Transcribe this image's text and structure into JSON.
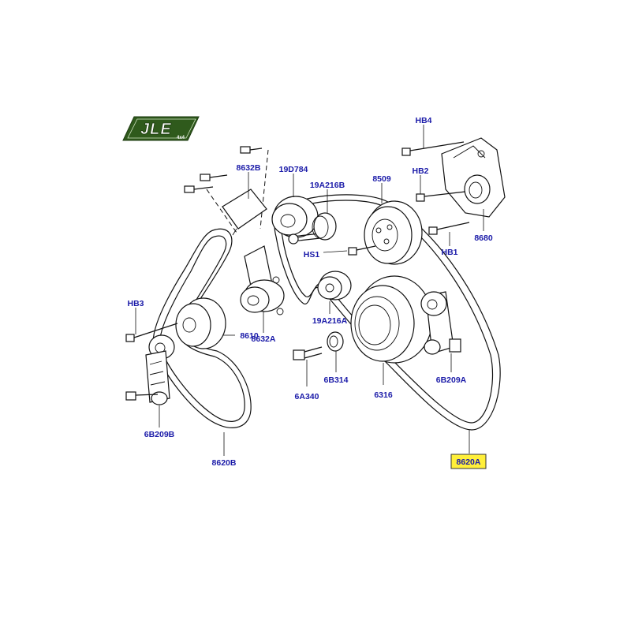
{
  "logo": {
    "text": "JLE",
    "subtext": "4x4"
  },
  "labels": [
    {
      "id": "HB4",
      "text": "HB4",
      "highlighted": false
    },
    {
      "id": "HB2",
      "text": "HB2",
      "highlighted": false
    },
    {
      "id": "8632B",
      "text": "8632B",
      "highlighted": false
    },
    {
      "id": "19D784",
      "text": "19D784",
      "highlighted": false
    },
    {
      "id": "19A216B",
      "text": "19A216B",
      "highlighted": false
    },
    {
      "id": "8509",
      "text": "8509",
      "highlighted": false
    },
    {
      "id": "8680",
      "text": "8680",
      "highlighted": false
    },
    {
      "id": "HS1",
      "text": "HS1",
      "highlighted": false
    },
    {
      "id": "HB1",
      "text": "HB1",
      "highlighted": false
    },
    {
      "id": "HB3",
      "text": "HB3",
      "highlighted": false
    },
    {
      "id": "8610",
      "text": "8610",
      "highlighted": false
    },
    {
      "id": "8632A",
      "text": "8632A",
      "highlighted": false
    },
    {
      "id": "19A216A",
      "text": "19A216A",
      "highlighted": false
    },
    {
      "id": "6B209A",
      "text": "6B209A",
      "highlighted": false
    },
    {
      "id": "6B314",
      "text": "6B314",
      "highlighted": false
    },
    {
      "id": "6A340",
      "text": "6A340",
      "highlighted": false
    },
    {
      "id": "6316",
      "text": "6316",
      "highlighted": false
    },
    {
      "id": "6B209B",
      "text": "6B209B",
      "highlighted": false
    },
    {
      "id": "8620B",
      "text": "8620B",
      "highlighted": false
    },
    {
      "id": "8620A",
      "text": "8620A",
      "highlighted": true
    }
  ],
  "colors": {
    "label": "#1a1aa8",
    "highlight": "#ffef3a",
    "logo_green": "#2f5a1c"
  }
}
